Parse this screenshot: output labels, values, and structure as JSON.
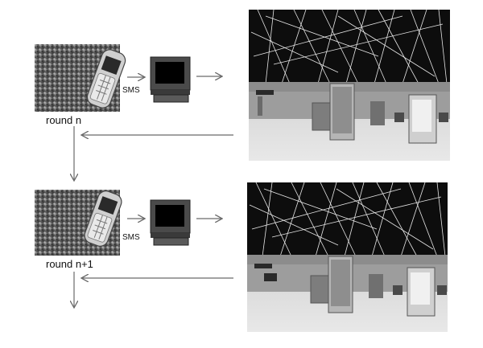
{
  "rows": [
    {
      "round_label": "round n",
      "sms_label": "SMS"
    },
    {
      "round_label": "round n+1",
      "sms_label": "SMS"
    }
  ],
  "colors": {
    "arrow": "#6a6a6a",
    "monitor_body": "#4a4a4a",
    "screen": "#000000",
    "background": "#ffffff"
  },
  "icons": [
    "crowd-photo",
    "mobile-phone-icon",
    "computer-monitor-icon",
    "airport-hall-photo"
  ]
}
